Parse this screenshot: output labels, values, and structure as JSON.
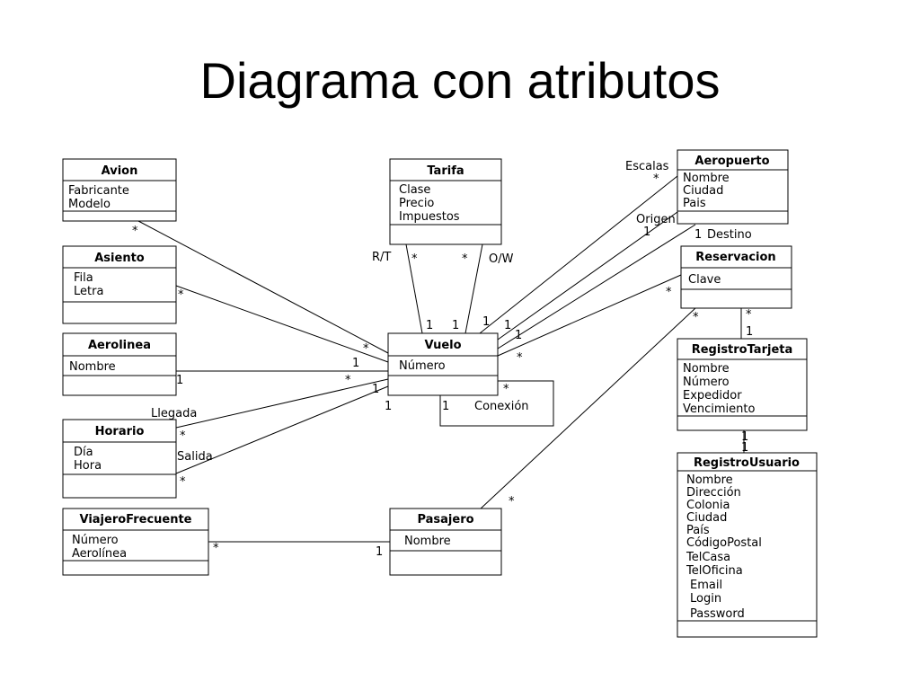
{
  "title": "Diagrama con atributos",
  "classes": {
    "avion": {
      "name": "Avion",
      "attrs": [
        "Fabricante",
        "Modelo"
      ]
    },
    "asiento": {
      "name": "Asiento",
      "attrs": [
        "Fila",
        "Letra"
      ]
    },
    "aerolinea": {
      "name": "Aerolinea",
      "attrs": [
        "Nombre"
      ]
    },
    "horario": {
      "name": "Horario",
      "attrs": [
        "Día",
        "Hora"
      ]
    },
    "viajero": {
      "name": "ViajeroFrecuente",
      "attrs": [
        "Número",
        "Aerolínea"
      ]
    },
    "tarifa": {
      "name": "Tarifa",
      "attrs": [
        "Clase",
        "Precio",
        "Impuestos"
      ]
    },
    "vuelo": {
      "name": "Vuelo",
      "attrs": [
        "Número"
      ]
    },
    "pasajero": {
      "name": "Pasajero",
      "attrs": [
        "Nombre"
      ]
    },
    "aeropuerto": {
      "name": "Aeropuerto",
      "attrs": [
        "Nombre",
        "Ciudad",
        "Pais"
      ]
    },
    "reservacion": {
      "name": "Reservacion",
      "attrs": [
        "Clave"
      ]
    },
    "registroTarjeta": {
      "name": "RegistroTarjeta",
      "attrs": [
        "Nombre",
        "Número",
        "Expedidor",
        "Vencimiento"
      ]
    },
    "registroUsuario": {
      "name": "RegistroUsuario",
      "attrs": [
        "Nombre",
        "Dirección",
        "Colonia",
        "Ciudad",
        "País",
        "CódigoPostal",
        "TelCasa",
        "TelOficina",
        "Email",
        "Login",
        "Password"
      ]
    }
  },
  "labels": {
    "star": "*",
    "one": "1",
    "rt": "R/T",
    "ow": "O/W",
    "escalas": "Escalas",
    "origen": "Origen",
    "destino": "Destino",
    "llegada": "Llegada",
    "salida": "Salida",
    "conexion": "Conexión"
  }
}
